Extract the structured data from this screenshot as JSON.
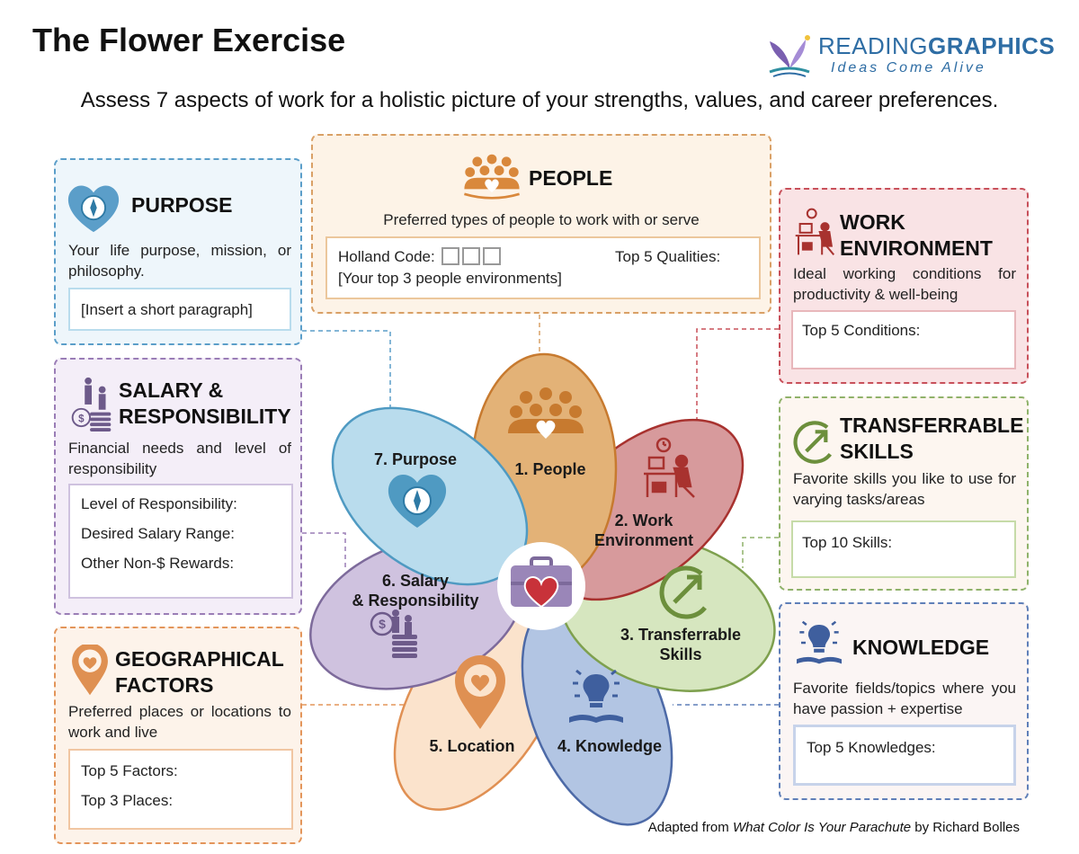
{
  "header": {
    "title": "The Flower Exercise",
    "subtitle": "Assess 7 aspects of work for a holistic picture of your strengths, values, and career preferences."
  },
  "logo": {
    "brand_light": "READING",
    "brand_bold": "GRAPHICS",
    "tagline": "Ideas Come Alive",
    "accent": "#2e6da4"
  },
  "cards": {
    "purpose": {
      "title": "PURPOSE",
      "desc": "Your life purpose, mission, or philosophy.",
      "fields": [
        "[Insert a short paragraph]"
      ],
      "icon": "heart-compass-icon",
      "color": "#5b9ec9",
      "fill": "#eef6fb"
    },
    "people": {
      "title": "PEOPLE",
      "desc": "Preferred types of people to work with or serve",
      "holland_label": "Holland Code:",
      "holland_note": "[Your top 3 people environments]",
      "qualities_label": "Top 5 Qualities:",
      "icon": "people-group-icon",
      "color": "#d9a066",
      "fill": "#fdf3e7"
    },
    "work_env": {
      "title_line1": "WORK",
      "title_line2": "ENVIRONMENT",
      "desc": "Ideal working conditions for productivity & well-being",
      "fields": [
        "Top 5 Conditions:"
      ],
      "icon": "desk-worker-icon",
      "color": "#c8505a",
      "fill": "#f9e3e5"
    },
    "salary": {
      "title_line1": "SALARY &",
      "title_line2": "RESPONSIBILITY",
      "desc": "Financial needs and level of responsibility",
      "fields": [
        "Level of Responsibility:",
        "Desired Salary Range:",
        "Other Non-$ Rewards:"
      ],
      "icon": "coins-business-icon",
      "color": "#9a7db6",
      "fill": "#f4eef8"
    },
    "skills": {
      "title_line1": "TRANSFERRABLE",
      "title_line2": "SKILLS",
      "desc": "Favorite skills you like to use for varying tasks/areas",
      "fields": [
        "Top 10 Skills:"
      ],
      "icon": "transfer-arrows-icon",
      "color": "#8fb26a",
      "fill": "#fdf6f0"
    },
    "geo": {
      "title_line1": "GEOGRAPHICAL",
      "title_line2": "FACTORS",
      "desc": "Preferred places or locations to work and live",
      "fields": [
        "Top 5 Factors:",
        "Top 3 Places:"
      ],
      "icon": "location-heart-icon",
      "color": "#e3955a",
      "fill": "#fdf3ea"
    },
    "knowledge": {
      "title": "KNOWLEDGE",
      "desc": "Favorite fields/topics where you have passion + expertise",
      "fields": [
        "Top 5 Knowledges:"
      ],
      "icon": "lightbulb-book-icon",
      "color": "#5f7fb8",
      "fill": "#fbf5f4"
    }
  },
  "flower": {
    "petals": [
      {
        "key": "people",
        "label_line1": "1.    People",
        "label_line2": "",
        "fill": "#e3b277",
        "stroke": "#c77a2f"
      },
      {
        "key": "work_env",
        "label_line1": "2. Work",
        "label_line2": "Environment",
        "fill": "#d79a9c",
        "stroke": "#a8322f"
      },
      {
        "key": "skills",
        "label_line1": "3. Transferrable",
        "label_line2": "Skills",
        "fill": "#d6e6bf",
        "stroke": "#7ea04e"
      },
      {
        "key": "knowledge",
        "label_line1": "4. Knowledge",
        "label_line2": "",
        "fill": "#b2c5e3",
        "stroke": "#4d6aa7"
      },
      {
        "key": "location",
        "label_line1": "5. Location",
        "label_line2": "",
        "fill": "#fbe3cc",
        "stroke": "#e09053"
      },
      {
        "key": "salary",
        "label_line1": "6. Salary",
        "label_line2": "& Responsibility",
        "fill": "#cfc2df",
        "stroke": "#7d6a9b"
      },
      {
        "key": "purpose",
        "label_line1": "7. Purpose",
        "label_line2": "",
        "fill": "#b9dced",
        "stroke": "#4f9ac2"
      }
    ],
    "center_icon": "heart-briefcase-icon"
  },
  "credit": {
    "prefix": "Adapted from ",
    "book": "What Color Is Your Parachute",
    "suffix": " by Richard Bolles"
  }
}
